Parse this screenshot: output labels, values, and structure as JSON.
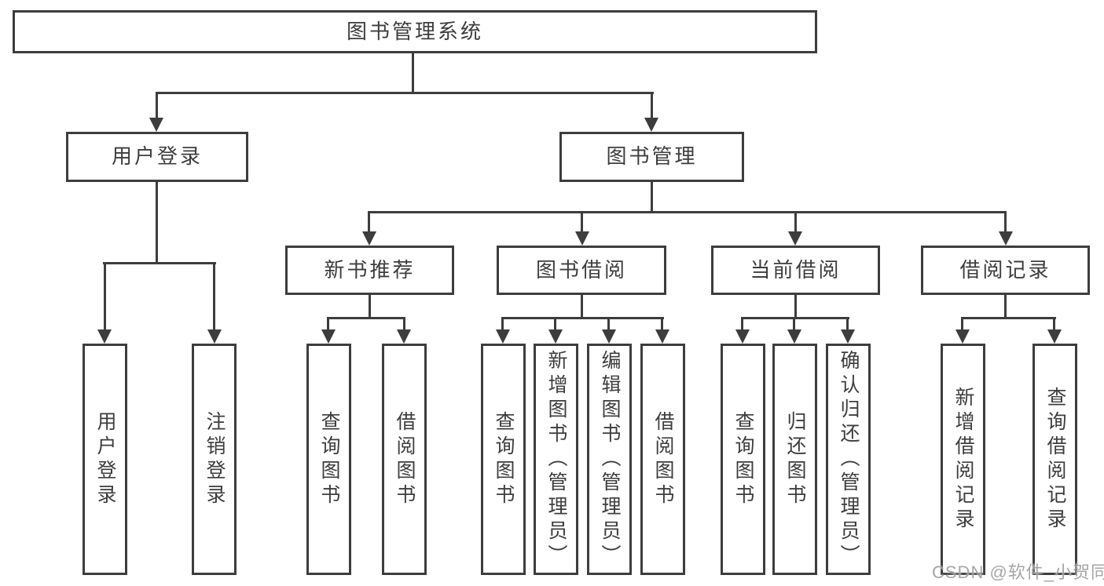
{
  "tree": {
    "root": "图书管理系统",
    "branches": [
      {
        "label": "用户登录",
        "children": [
          "用户登录",
          "注销登录"
        ]
      },
      {
        "label": "图书管理",
        "groups": [
          {
            "label": "新书推荐",
            "children": [
              "查询图书",
              "借阅图书"
            ]
          },
          {
            "label": "图书借阅",
            "children": [
              "查询图书",
              "新增图书（管理员）",
              "编辑图书（管理员）",
              "借阅图书"
            ]
          },
          {
            "label": "当前借阅",
            "children": [
              "查询图书",
              "归还图书",
              "确认归还（管理员）"
            ]
          },
          {
            "label": "借阅记录",
            "children": [
              "新增借阅记录",
              "查询借阅记录"
            ]
          }
        ]
      }
    ]
  },
  "watermark": "CSDN @软件_小贺同学",
  "colors": {
    "line": "#3d3d3d",
    "text": "#3d3d3d",
    "background": "#ffffff",
    "watermark": "#9e9e9e"
  }
}
